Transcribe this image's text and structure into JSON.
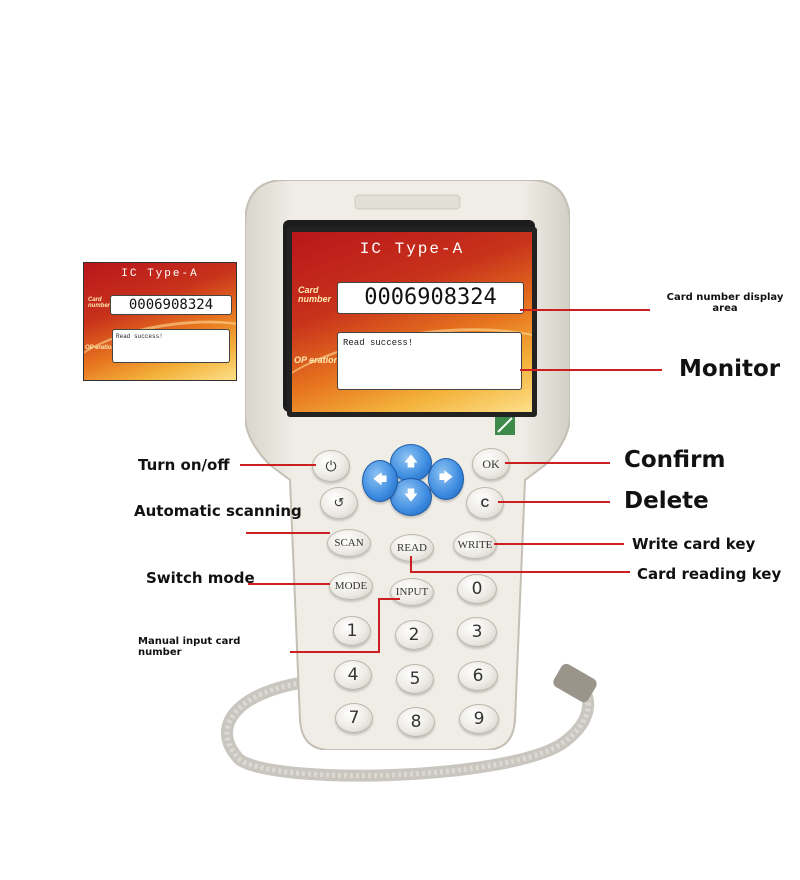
{
  "screen": {
    "title": "IC Type-A",
    "card_label_line1": "Card",
    "card_label_line2": "number",
    "card_number": "0006908324",
    "op_label": "OP eration",
    "op_text": "Read success!"
  },
  "thumbnail": {
    "title": "IC Type-A",
    "card_label_line1": "Card",
    "card_label_line2": "number",
    "card_number": "0006908324",
    "op_label": "OP eration",
    "op_text": "Read success!"
  },
  "keys": {
    "power": "⏻",
    "back": "↺",
    "ok": "OK",
    "clear": "C",
    "up": "🡅",
    "down": "🡇",
    "left": "🡄",
    "right": "🡆",
    "scan": "SCAN",
    "read": "READ",
    "write": "WRITE",
    "mode": "MODE",
    "input": "INPUT",
    "zero": "0",
    "one": "1",
    "two": "2",
    "three": "3",
    "four": "4",
    "five": "5",
    "six": "6",
    "seven": "7",
    "eight": "8",
    "nine": "9"
  },
  "callouts": {
    "card_number_display": "Card number display area",
    "monitor": "Monitor",
    "turn_on_off": "Turn on/off",
    "confirm": "Confirm",
    "delete": "Delete",
    "automatic_scanning": "Automatic scanning",
    "write_card_key": "Write card key",
    "card_reading_key": "Card reading key",
    "switch_mode": "Switch mode",
    "manual_input": "Manual input card number"
  },
  "colors": {
    "callout_line": "#cc1f1f",
    "device_body": "#ebe9e1",
    "nav_keys": "#3b8ae0",
    "screen_red": "#b9161b",
    "screen_orange": "#e7741f"
  }
}
